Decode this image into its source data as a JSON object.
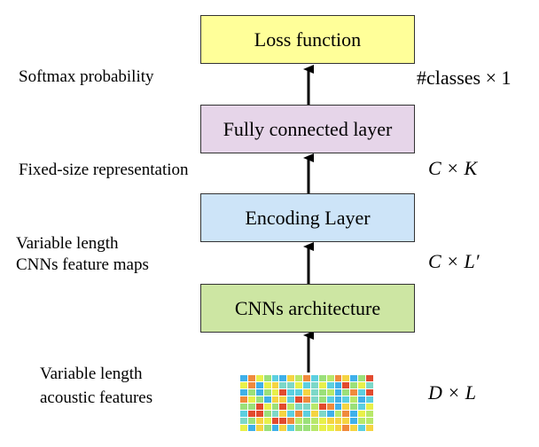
{
  "boxes": {
    "loss": {
      "label": "Loss function",
      "color": "#ffff99"
    },
    "fc": {
      "label": "Fully connected layer",
      "color": "#e6d5e9"
    },
    "encoding": {
      "label": "Encoding Layer",
      "color": "#cde4f8"
    },
    "cnn": {
      "label": "CNNs architecture",
      "color": "#cde6a3"
    }
  },
  "left_labels": {
    "softmax": "Softmax probability",
    "fixed": "Fixed-size representation",
    "variable_cnn_1": "Variable length",
    "variable_cnn_2": "CNNs feature maps",
    "variable_acoustic_1": "Variable length",
    "variable_acoustic_2": "acoustic features"
  },
  "right_labels": {
    "classes": "#classes × 1",
    "ck": "C × K",
    "cl": "C × L′",
    "dl": "D × L"
  },
  "heatmap_colors": [
    "#f5d442",
    "#e8f04a",
    "#9be07a",
    "#5ccfe0",
    "#3fb0ea",
    "#f08a3c",
    "#e24a2e",
    "#b8e86a",
    "#7dd8c8"
  ]
}
